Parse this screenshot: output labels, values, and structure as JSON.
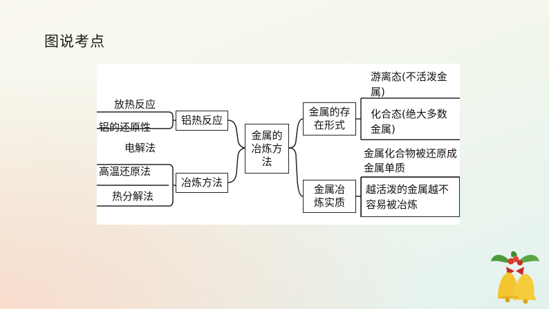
{
  "header": {
    "title": "图说考点"
  },
  "diagram": {
    "center": "金属的冶炼方法",
    "left": {
      "branches": [
        {
          "label": "铝热反应",
          "items": [
            "放热反应",
            "铝的还原性"
          ]
        },
        {
          "label": "冶炼方法",
          "items": [
            "电解法",
            "高温还原法",
            "热分解法"
          ]
        }
      ]
    },
    "right": {
      "branches": [
        {
          "label": "金属的存在形式",
          "items": [
            "游离态(不活泼金属)",
            "化合态(绝大多数金属)"
          ]
        },
        {
          "label": "金属冶炼实质",
          "items": [
            "金属化合物被还原成金属单质",
            "越活泼的金属越不容易被冶炼"
          ]
        }
      ]
    }
  },
  "decoration": {
    "icon": "bells-icon",
    "colors": {
      "bell": "#f2c531",
      "leaf": "#4e9a3a",
      "berry": "#d8392b",
      "bow": "#c82a24"
    }
  }
}
